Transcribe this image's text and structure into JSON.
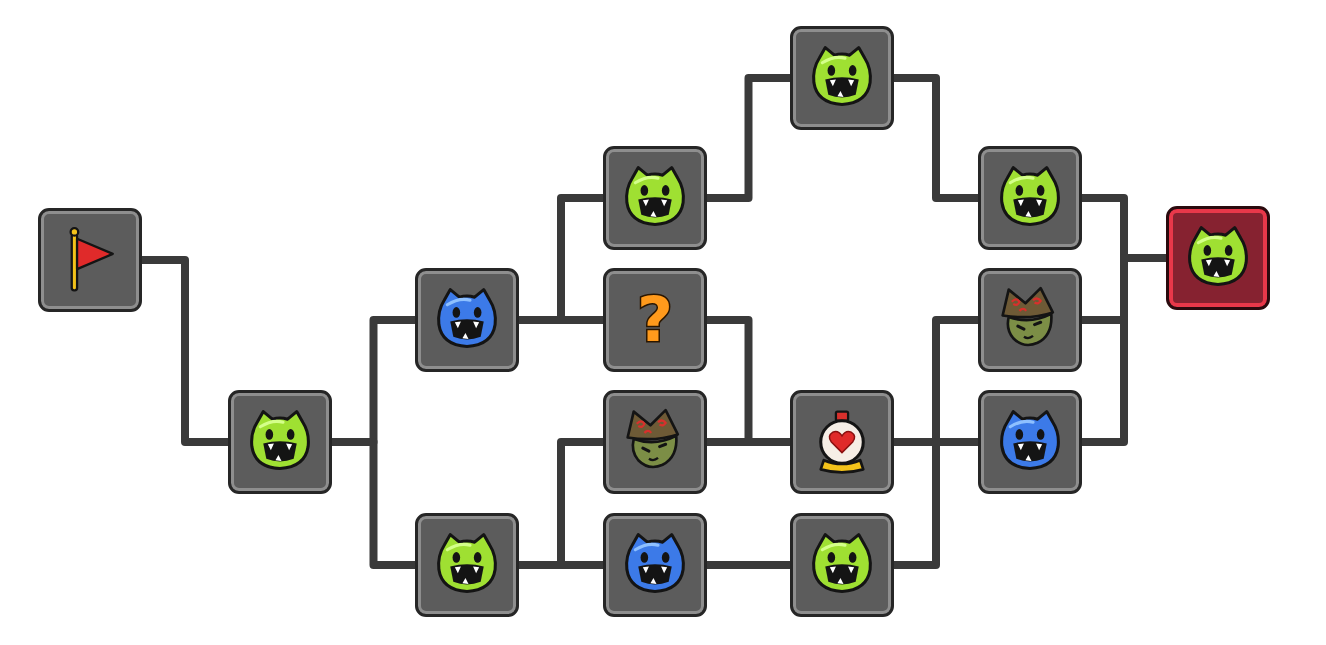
{
  "diagram": {
    "nodes": [
      {
        "text": []
      },
      {
        "text": []
      },
      {
        "text": []
      },
      {
        "text": []
      },
      {
        "text": []
      },
      {
        "text": [
          "?"
        ]
      },
      {
        "text": []
      },
      {
        "text": []
      },
      {
        "text": []
      },
      {
        "text": []
      },
      {
        "text": []
      },
      {
        "text": []
      },
      {
        "text": []
      },
      {
        "text": []
      },
      {
        "text": []
      }
    ],
    "edges": [
      {
        "from": 0,
        "to": 1,
        "arrow": "none"
      },
      {
        "from": 1,
        "to": 2,
        "arrow": "none"
      },
      {
        "from": 1,
        "to": 3,
        "arrow": "none"
      },
      {
        "from": 2,
        "to": 4,
        "arrow": "none"
      },
      {
        "from": 2,
        "to": 5,
        "arrow": "none"
      },
      {
        "from": 3,
        "to": 6,
        "arrow": "none"
      },
      {
        "from": 3,
        "to": 7,
        "arrow": "none"
      },
      {
        "from": 4,
        "to": 8,
        "arrow": "none"
      },
      {
        "from": 5,
        "to": 9,
        "arrow": "none"
      },
      {
        "from": 6,
        "to": 9,
        "arrow": "none"
      },
      {
        "from": 7,
        "to": 10,
        "arrow": "none"
      },
      {
        "from": 8,
        "to": 11,
        "arrow": "none"
      },
      {
        "from": 9,
        "to": 12,
        "arrow": "none"
      },
      {
        "from": 10,
        "to": 13,
        "arrow": "none"
      },
      {
        "from": 11,
        "to": 14,
        "arrow": "none"
      },
      {
        "from": 12,
        "to": 14,
        "arrow": "none"
      },
      {
        "from": 13,
        "to": 14,
        "arrow": "none"
      }
    ]
  }
}
